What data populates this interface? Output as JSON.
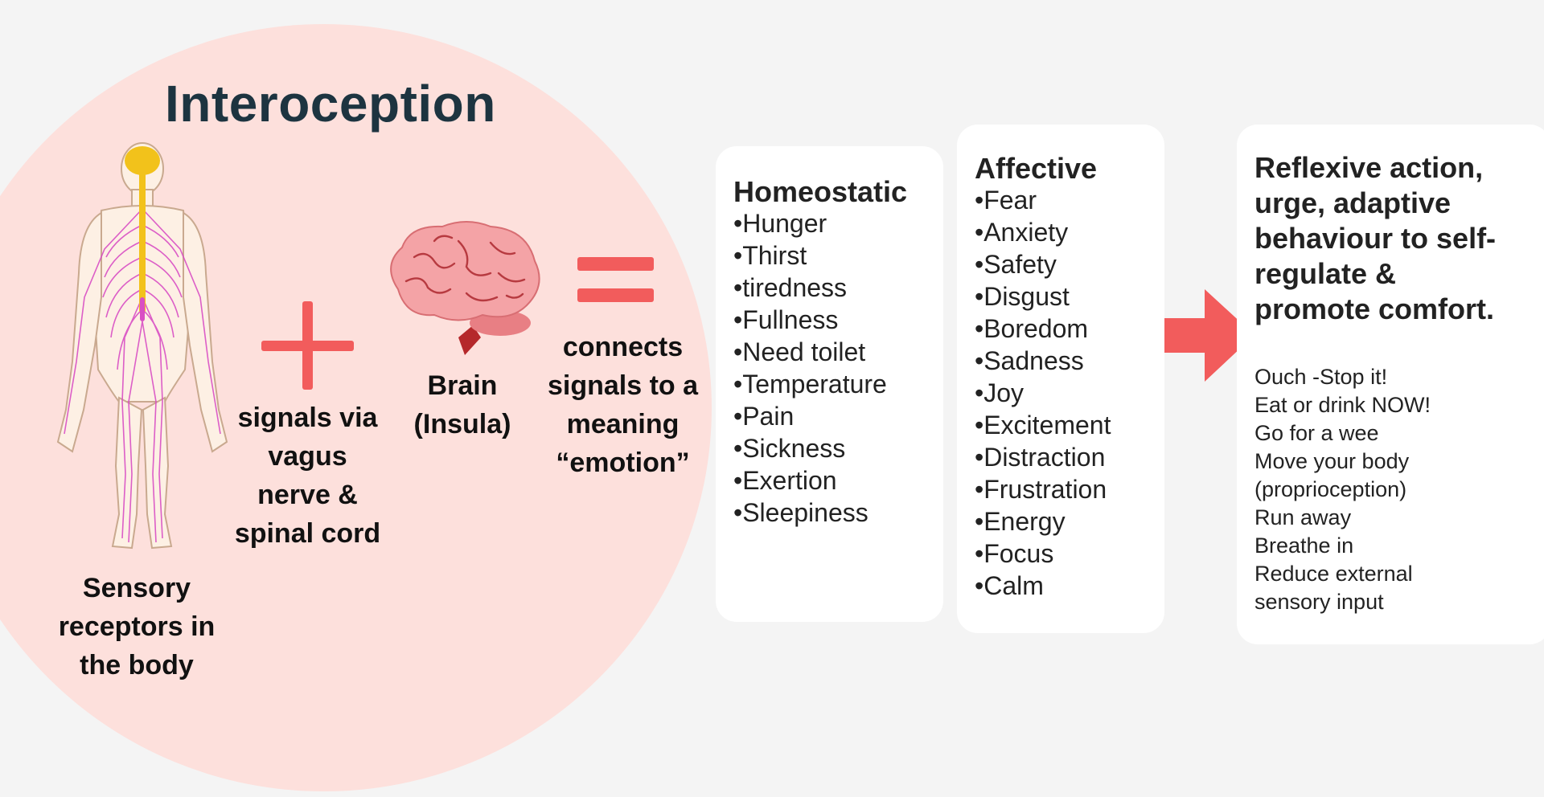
{
  "title": "Interoception",
  "captions": {
    "body": [
      "Sensory",
      "receptors  in",
      "the body"
    ],
    "signals": [
      "signals via",
      "vagus",
      "nerve &",
      "spinal cord"
    ],
    "brain": [
      "Brain",
      "(Insula)"
    ],
    "meaning": [
      "connects",
      "signals to a",
      "meaning",
      "“emotion”"
    ]
  },
  "homeostatic": {
    "title": "Homeostatic",
    "items": [
      "•Hunger",
      "•Thirst",
      "•tiredness",
      "•Fullness",
      "•Need toilet",
      "•Temperature",
      "•Pain",
      "•Sickness",
      "•Exertion",
      "•Sleepiness"
    ]
  },
  "affective": {
    "title": "Affective",
    "items": [
      "•Fear",
      "•Anxiety",
      "•Safety",
      "•Disgust",
      "•Boredom",
      "•Sadness",
      "•Joy",
      "•Excitement",
      "•Distraction",
      "•Frustration",
      "•Energy",
      "•Focus",
      "•Calm"
    ]
  },
  "response": {
    "title_lines": [
      "Reflexive action,",
      "urge, adaptive",
      "behaviour to self-",
      "regulate &",
      "promote comfort."
    ],
    "items": [
      "Ouch -Stop it!",
      "Eat  or drink NOW!",
      "Go for a wee",
      "Move your body",
      "(proprioception)",
      "Run away",
      "Breathe in",
      "Reduce external",
      "sensory input"
    ]
  },
  "colors": {
    "circle": "#fde0dc",
    "accent": "#f25c5c",
    "title": "#1d3440",
    "nerves": "#d94fc4",
    "spine": "#f2c21b"
  },
  "icons": [
    "human-nervous-system-icon",
    "plus-icon",
    "brain-icon",
    "equals-icon",
    "right-arrow-icon"
  ]
}
